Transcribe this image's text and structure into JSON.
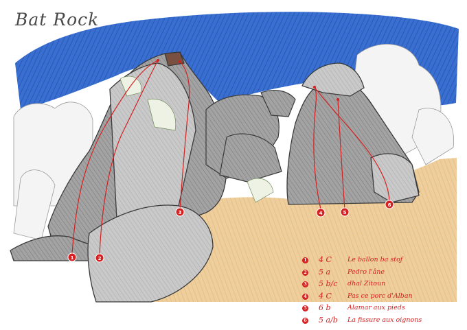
{
  "title": "Bat Rock",
  "colors": {
    "sky": "#2a63cc",
    "route": "#d42020",
    "rock": "#9c9c9c",
    "sand": "#e7c28a"
  },
  "routes": [
    {
      "number": "1",
      "grade": "4 C",
      "name": "Le ballon ba stoƒ"
    },
    {
      "number": "2",
      "grade": "5 a",
      "name": "Pedro l'âne"
    },
    {
      "number": "3",
      "grade": "5 b/c",
      "name": "dhal Zitoun"
    },
    {
      "number": "4",
      "grade": "4 C",
      "name": "Pas ce porc d'Alban"
    },
    {
      "number": "5",
      "grade": "6 b",
      "name": "Alamar aux pieds"
    },
    {
      "number": "6",
      "grade": "5 a/b",
      "name": "La fissure aux oignons"
    }
  ]
}
